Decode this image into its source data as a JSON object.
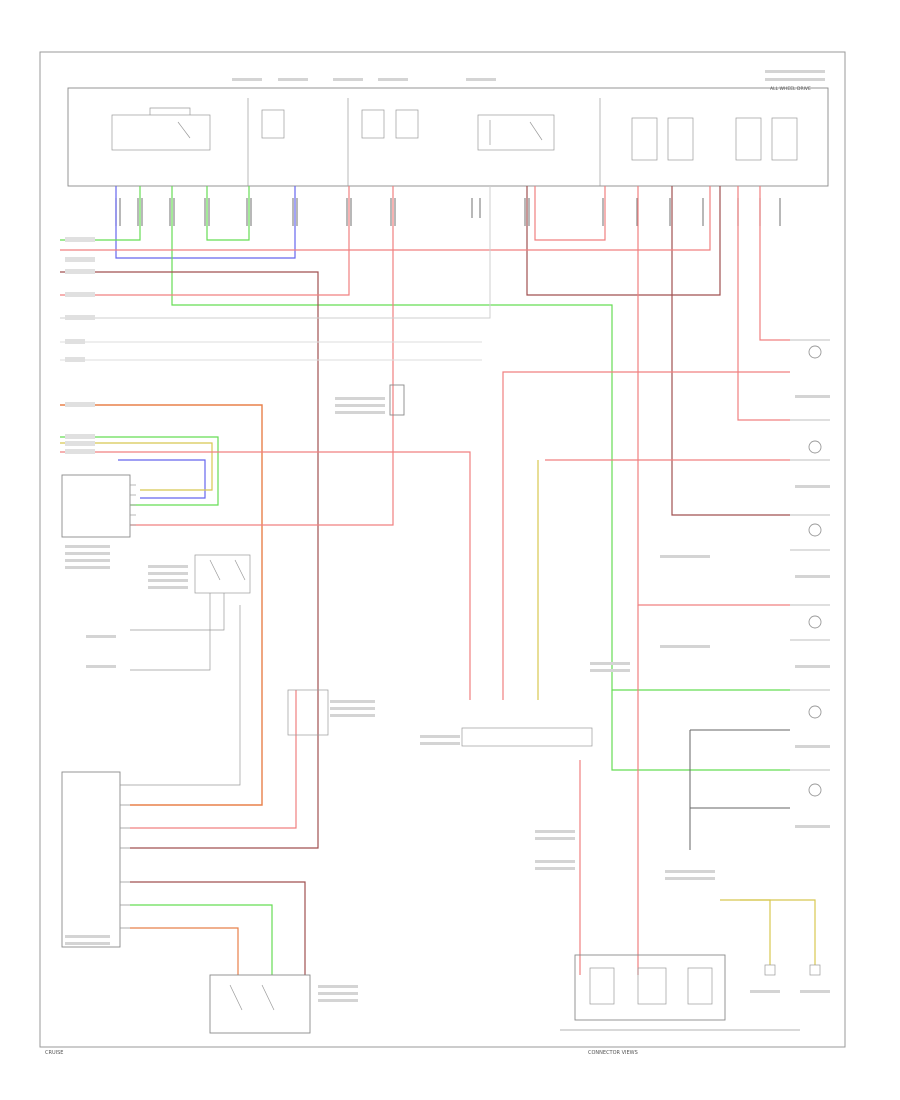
{
  "diagram": {
    "corner_text_top_right": "ALL WHEEL DRIVE",
    "footer_left": "CRUISE",
    "footer_center": "CONNECTOR VIEWS",
    "wire_colors": {
      "red": "#f08080",
      "green": "#66dd55",
      "blue": "#6666ee",
      "darkred": "#a05050",
      "orange": "#e8804a",
      "yellow": "#d8c850",
      "gray": "#cfcfcf",
      "black": "#666666"
    }
  }
}
